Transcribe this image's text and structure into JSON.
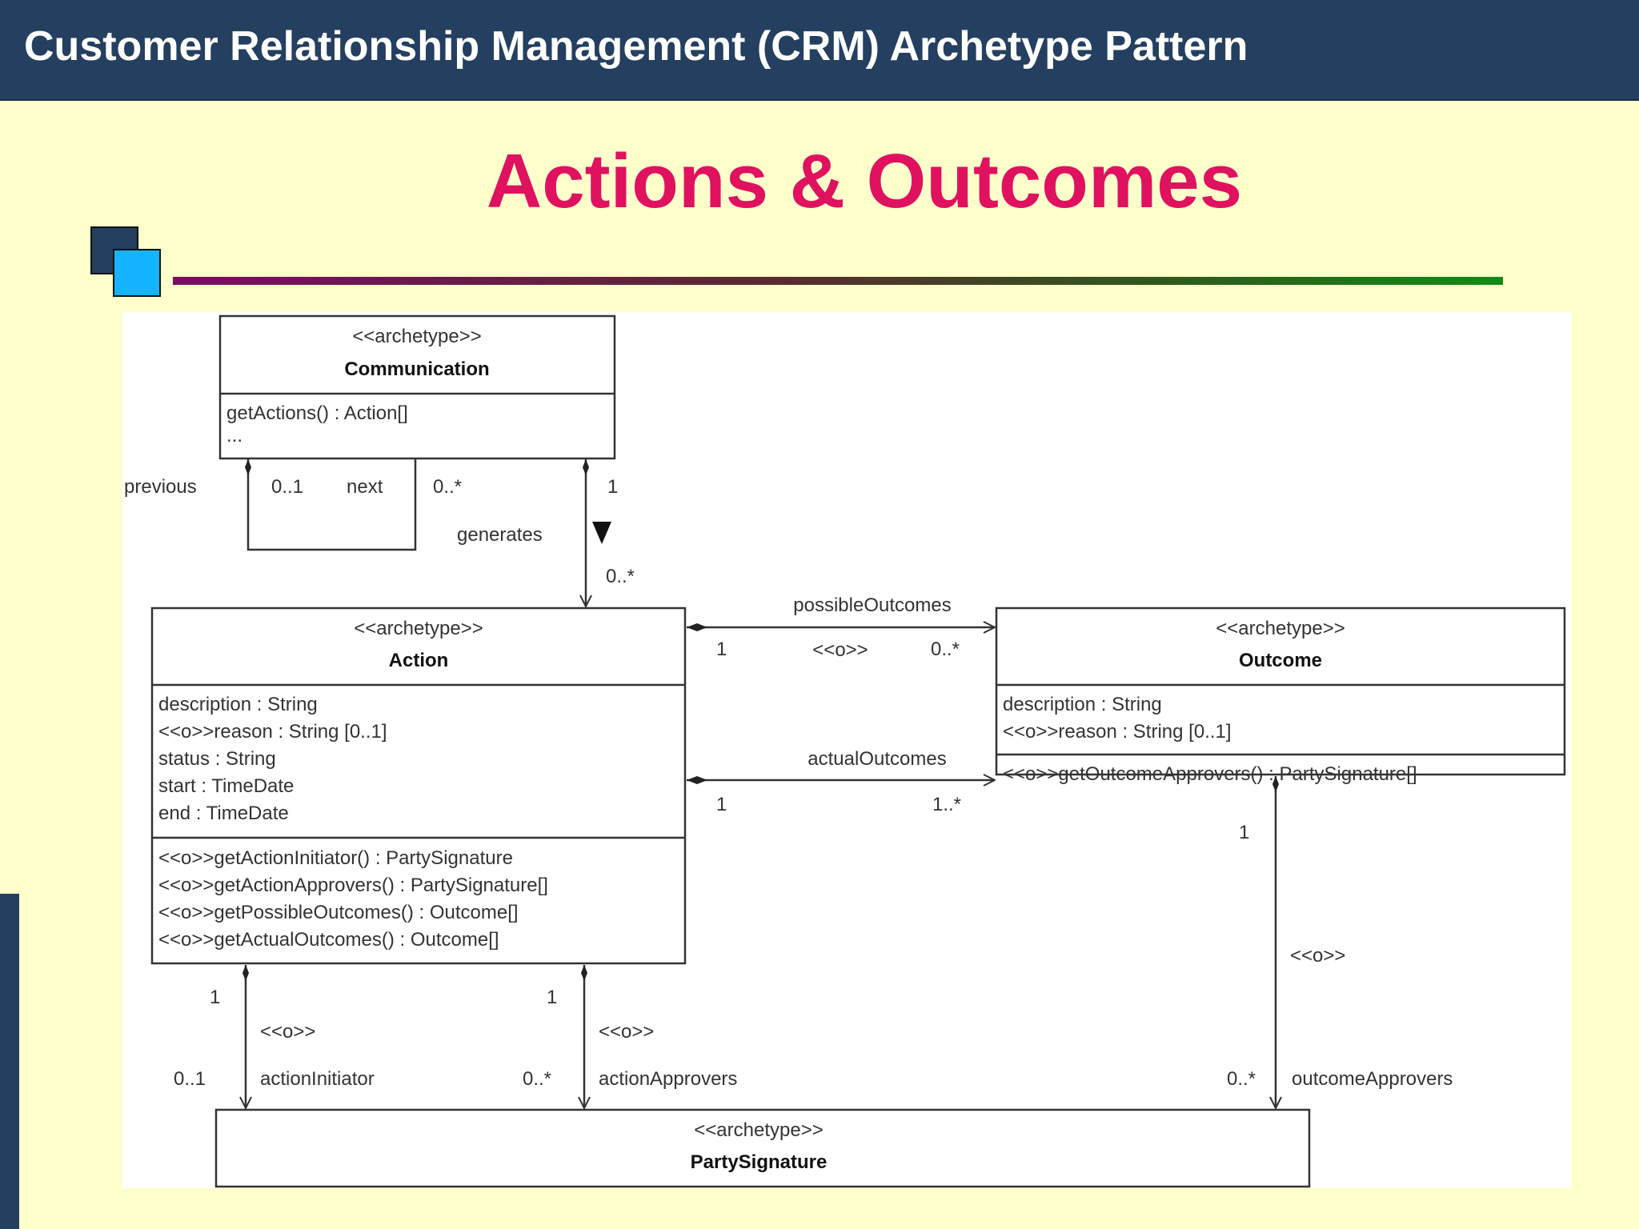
{
  "header": {
    "title": "Customer Relationship Management (CRM) Archetype Pattern"
  },
  "slide": {
    "title": "Actions & Outcomes"
  },
  "colors": {
    "header_bg": "#243f60",
    "title": "#e0115f",
    "slide_bg": "#ffffcc",
    "accent_light": "#14b4ff"
  },
  "diagram": {
    "classes": {
      "communication": {
        "stereotype": "<<archetype>>",
        "name": "Communication",
        "operations": [
          "getActions() : Action[]",
          "..."
        ]
      },
      "action": {
        "stereotype": "<<archetype>>",
        "name": "Action",
        "attributes": [
          "description : String",
          "<<o>>reason : String [0..1]",
          "status : String",
          "start : TimeDate",
          "end : TimeDate"
        ],
        "operations": [
          "<<o>>getActionInitiator() : PartySignature",
          "<<o>>getActionApprovers() : PartySignature[]",
          "<<o>>getPossibleOutcomes() : Outcome[]",
          "<<o>>getActualOutcomes() : Outcome[]"
        ]
      },
      "outcome": {
        "stereotype": "<<archetype>>",
        "name": "Outcome",
        "attributes": [
          "description : String",
          "<<o>>reason : String [0..1]"
        ],
        "operations": [
          "<<o>>getOutcomeApprovers() : PartySignature[]"
        ]
      },
      "party_signature": {
        "stereotype": "<<archetype>>",
        "name": "PartySignature"
      }
    },
    "associations": {
      "self": {
        "previous": "previous",
        "previous_mult": "0..1",
        "next": "next",
        "next_mult": "0..*"
      },
      "generates": {
        "label": "generates",
        "source_mult": "1",
        "target_mult": "0..*"
      },
      "possible_outcomes": {
        "label": "possibleOutcomes",
        "stereotype": "<<o>>",
        "source_mult": "1",
        "target_mult": "0..*"
      },
      "actual_outcomes": {
        "label": "actualOutcomes",
        "source_mult": "1",
        "target_mult": "1..*"
      },
      "action_initiator": {
        "label": "actionInitiator",
        "stereotype": "<<o>>",
        "source_mult": "1",
        "target_mult": "0..1"
      },
      "action_approvers": {
        "label": "actionApprovers",
        "stereotype": "<<o>>",
        "source_mult": "1",
        "target_mult": "0..*"
      },
      "outcome_approvers": {
        "label": "outcomeApprovers",
        "stereotype": "<<o>>",
        "source_mult": "1",
        "target_mult": "0..*"
      }
    }
  }
}
